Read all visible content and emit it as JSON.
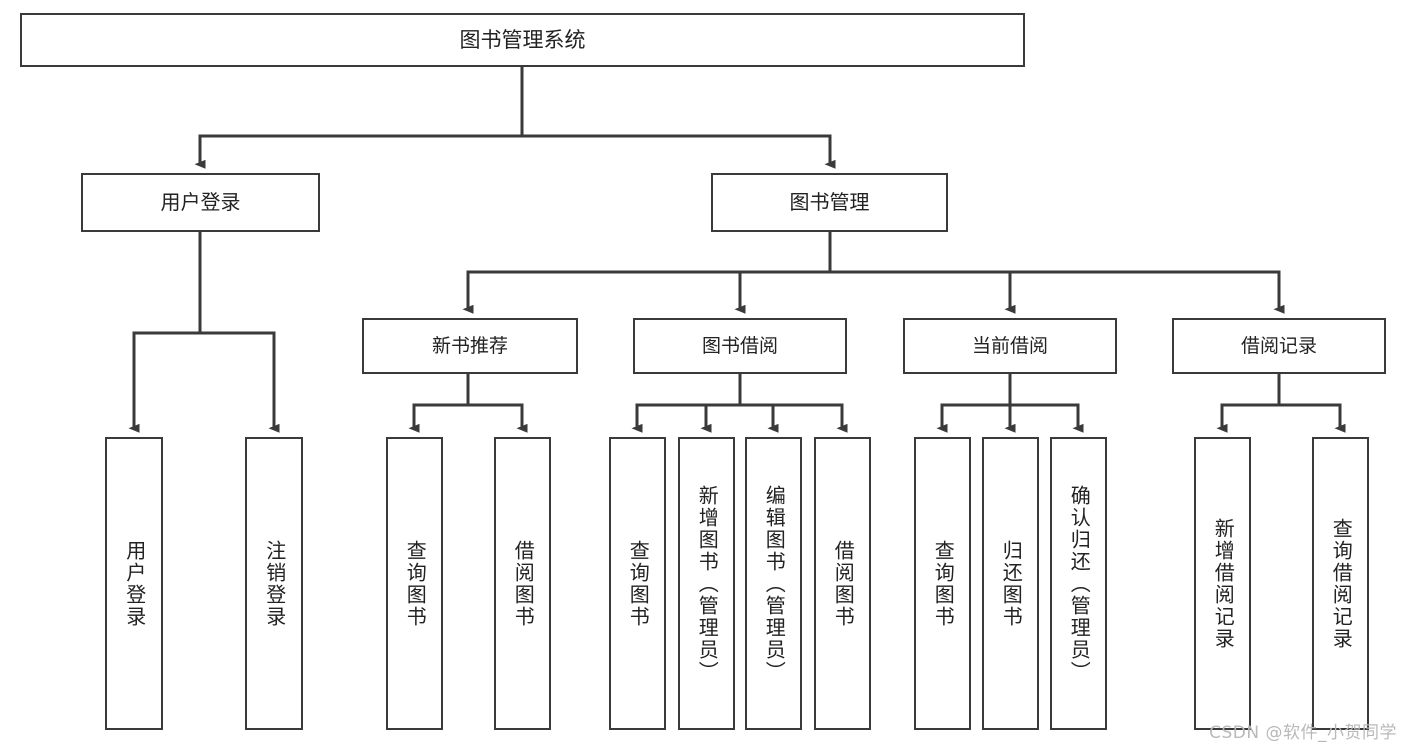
{
  "diagram": {
    "title": "图书管理系统",
    "type": "tree-hierarchy",
    "root": {
      "label": "图书管理系统"
    },
    "level2": [
      {
        "id": "user-login",
        "label": "用户登录"
      },
      {
        "id": "book-manage",
        "label": "图书管理"
      }
    ],
    "level3": [
      {
        "id": "new-book-recommend",
        "label": "新书推荐"
      },
      {
        "id": "book-borrow",
        "label": "图书借阅"
      },
      {
        "id": "current-borrow",
        "label": "当前借阅"
      },
      {
        "id": "borrow-record",
        "label": "借阅记录"
      }
    ],
    "leaves": [
      {
        "id": "leaf-user-login",
        "label": "用户登录"
      },
      {
        "id": "leaf-logout-login",
        "label": "注销登录"
      },
      {
        "id": "leaf-query-book-1",
        "label": "查询图书"
      },
      {
        "id": "leaf-borrow-book-1",
        "label": "借阅图书"
      },
      {
        "id": "leaf-query-book-2",
        "label": "查询图书"
      },
      {
        "id": "leaf-add-book",
        "label": "新增图书（管理员）"
      },
      {
        "id": "leaf-edit-book",
        "label": "编辑图书（管理员）"
      },
      {
        "id": "leaf-borrow-book-2",
        "label": "借阅图书"
      },
      {
        "id": "leaf-query-book-3",
        "label": "查询图书"
      },
      {
        "id": "leaf-return-book",
        "label": "归还图书"
      },
      {
        "id": "leaf-confirm-return",
        "label": "确认归还（管理员）"
      },
      {
        "id": "leaf-add-borrow-record",
        "label": "新增借阅记录"
      },
      {
        "id": "leaf-query-borrow-record",
        "label": "查询借阅记录"
      }
    ]
  },
  "colors": {
    "stroke": "#3a3a3a",
    "text": "#222222",
    "background": "#ffffff",
    "watermark": "#b9b9b9"
  },
  "watermark": {
    "text": "CSDN @软件_小贺同学"
  }
}
